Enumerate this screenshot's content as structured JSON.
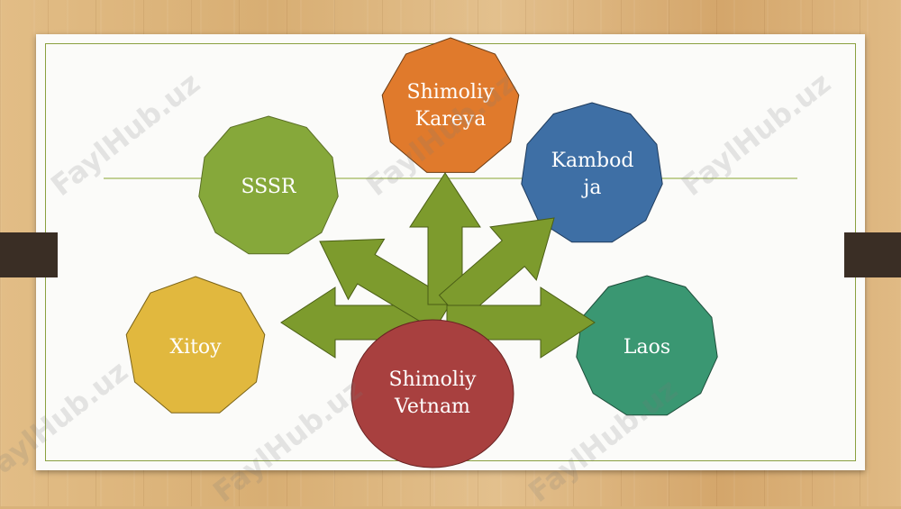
{
  "watermark": "FaylHub.uz",
  "nodes": {
    "center": {
      "label": "Shimoliy\nVetnam",
      "color": "#a8403f"
    },
    "north_korea": {
      "label": "Shimoliy\nKareya",
      "color": "#e07a2c"
    },
    "ussr": {
      "label": "SSSR",
      "color": "#86a83a"
    },
    "cambodia": {
      "label": "Kambod\nja",
      "color": "#3e6fa5"
    },
    "china": {
      "label": "Xitoy",
      "color": "#e1b83e"
    },
    "laos": {
      "label": "Laos",
      "color": "#3a9772"
    }
  },
  "colors": {
    "arrow": "#7d9b2d",
    "arrow_stroke": "#4a5e15",
    "frame": "#8aa040",
    "divider": "#9fb65a"
  }
}
